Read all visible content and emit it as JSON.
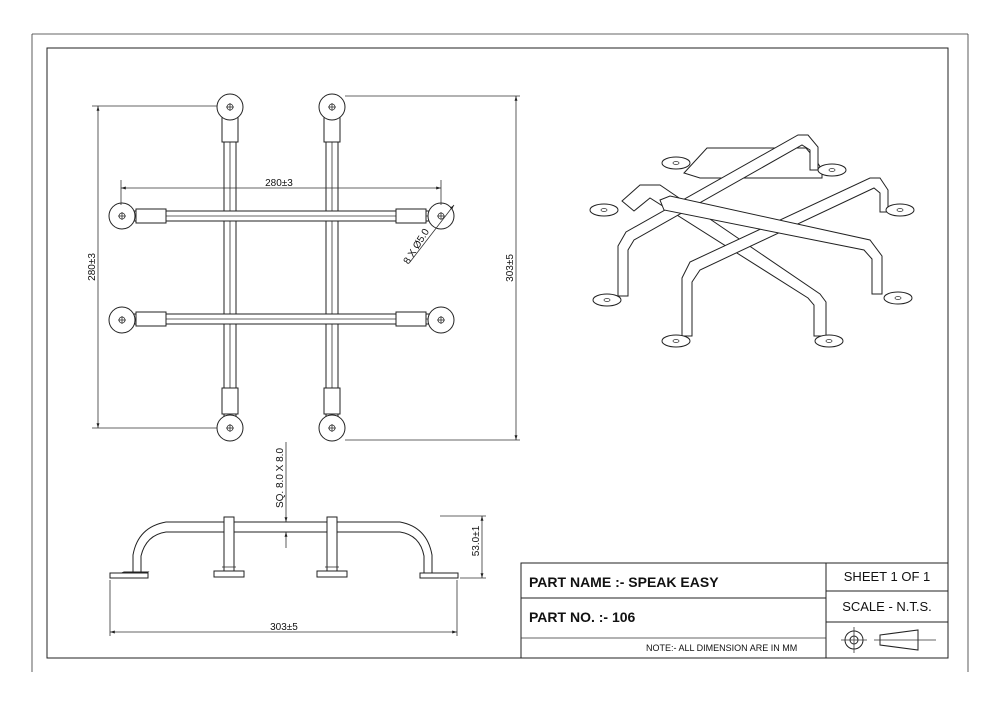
{
  "dimensions": {
    "top_width": "280±3",
    "left_height": "280±3",
    "right_height": "303±5",
    "hole": "8 X Ø5.0",
    "tube_section": "SQ. 8.0 X 8.0",
    "side_height": "53.0±1",
    "bottom_width": "303±5"
  },
  "title_block": {
    "part_name": "PART NAME :- SPEAK EASY",
    "part_no": "PART NO. :-  106",
    "note": "NOTE:-  ALL DIMENSION ARE IN MM",
    "sheet": "SHEET 1 OF 1",
    "scale": "SCALE - N.T.S."
  },
  "icons": {
    "projection_symbol": "third-angle-projection-icon"
  }
}
